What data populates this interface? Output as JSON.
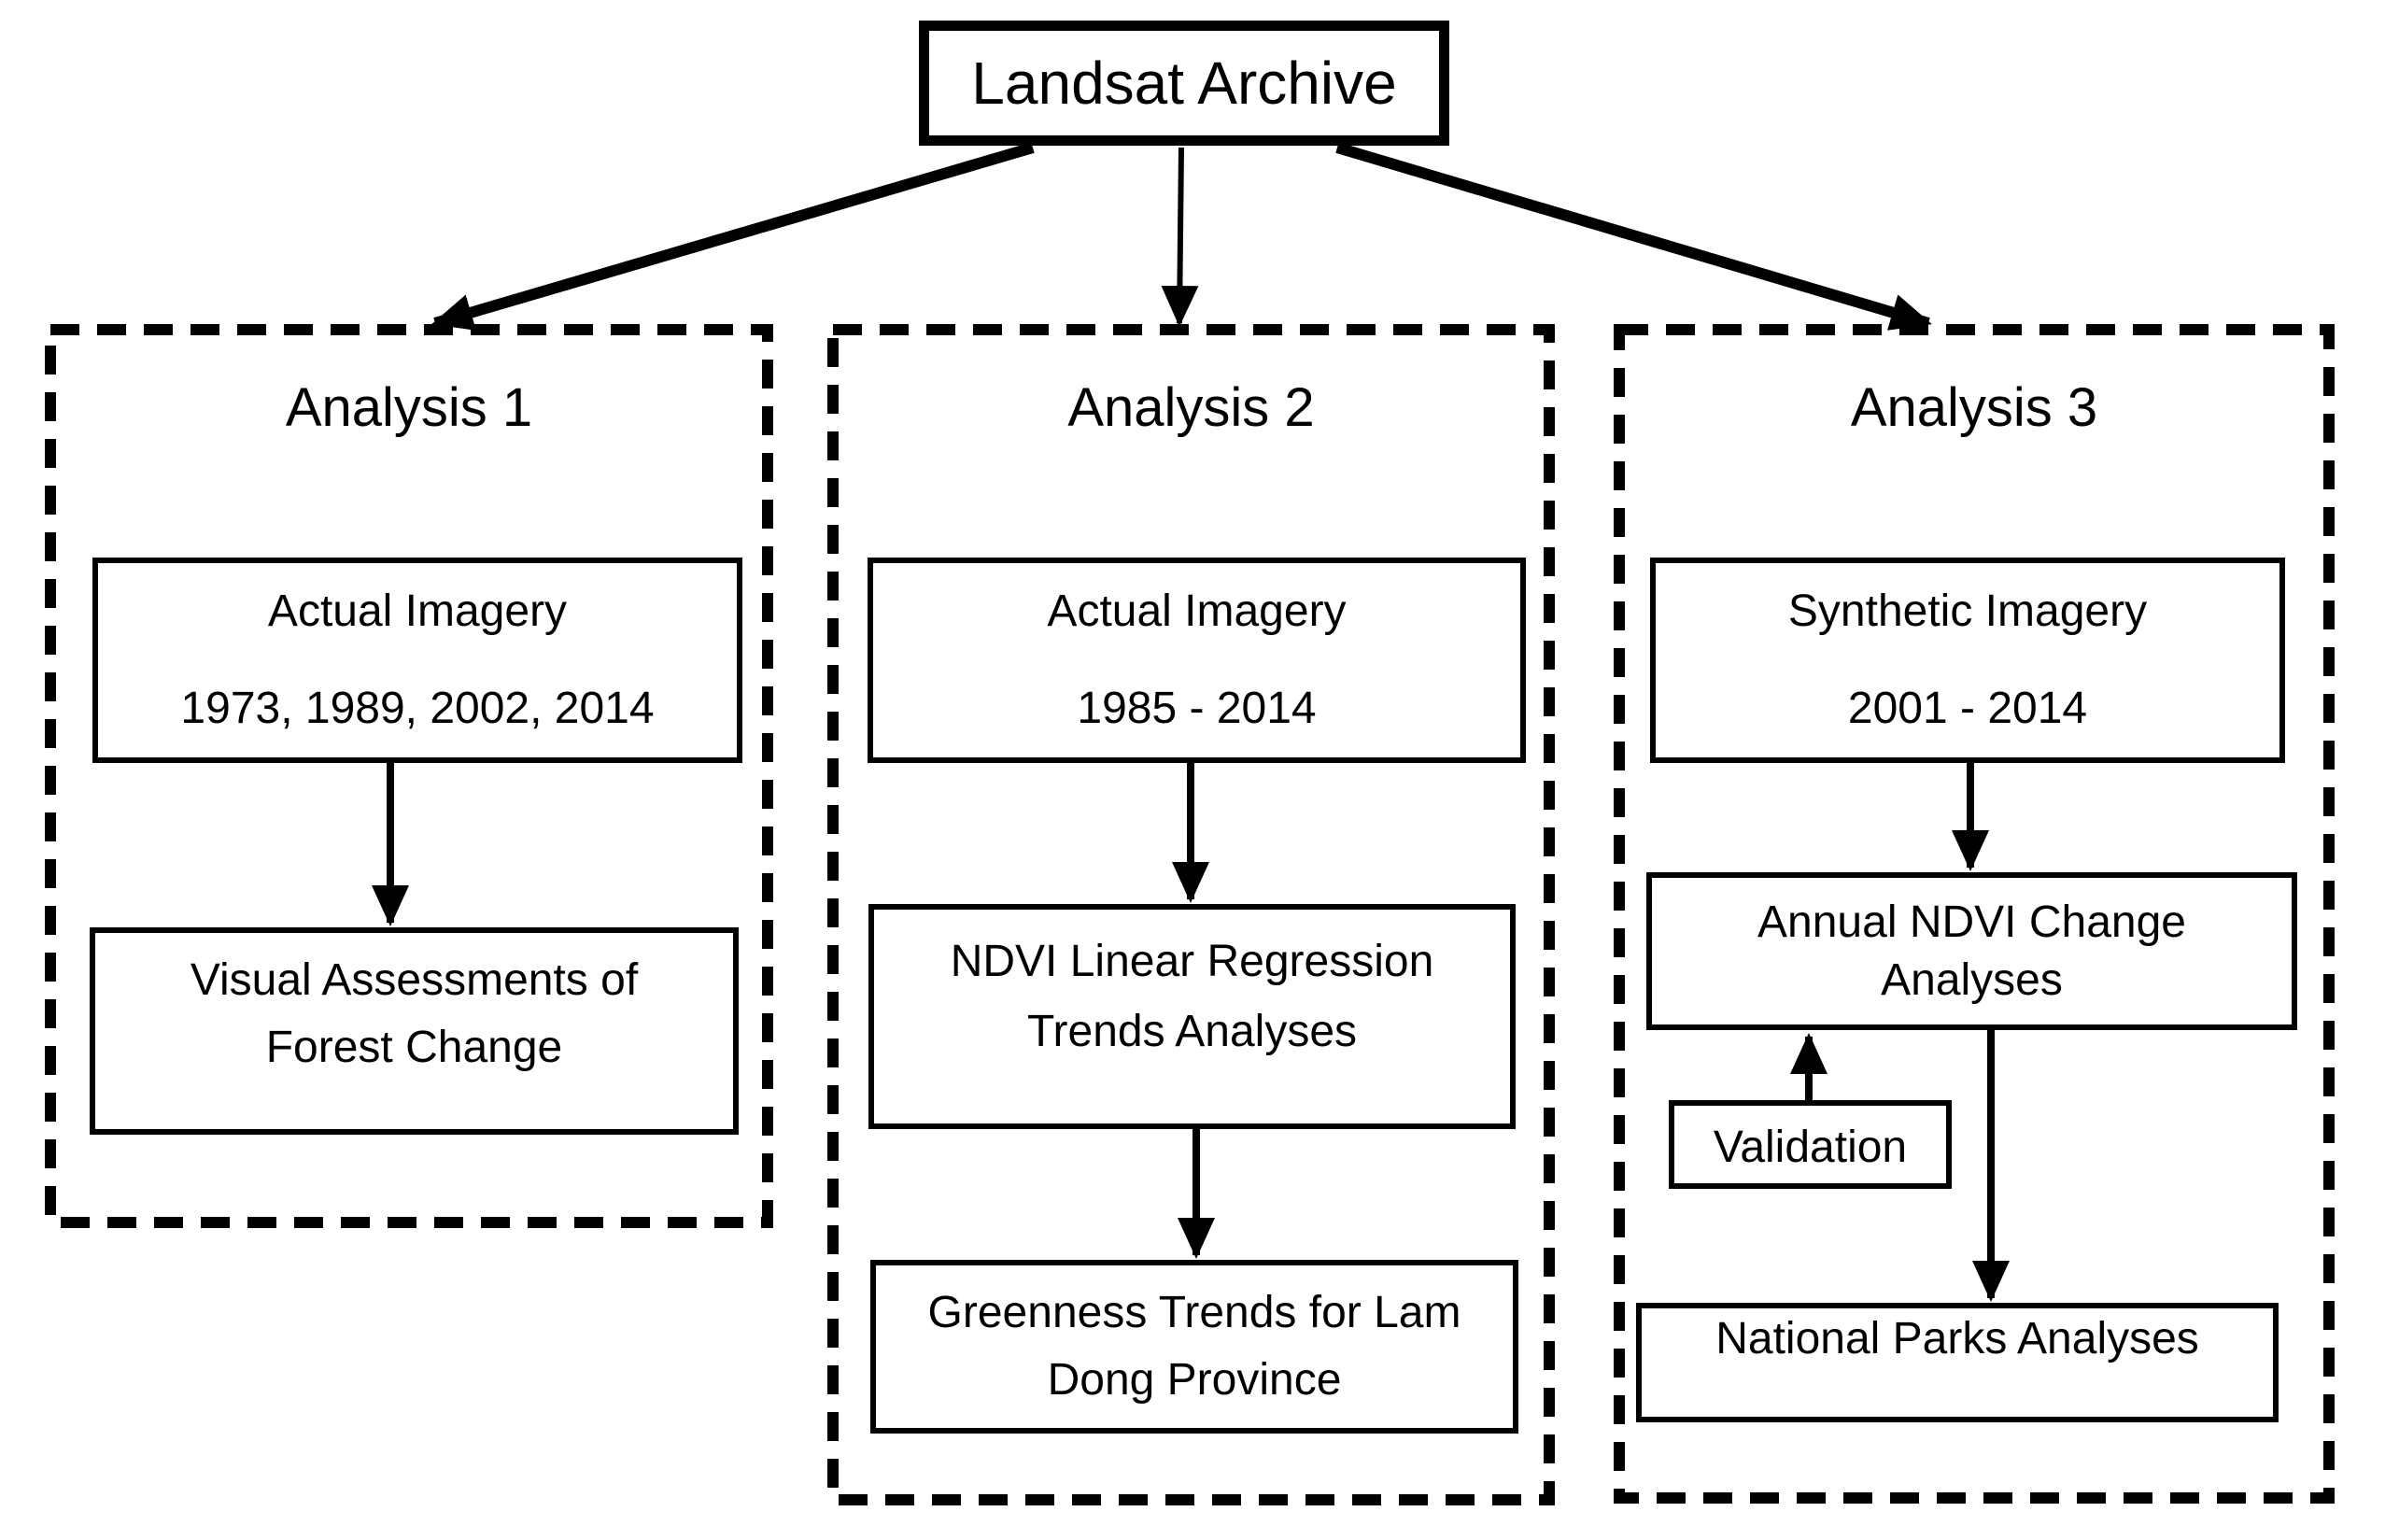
{
  "diagram": {
    "root": {
      "label": "Landsat Archive"
    },
    "columns": [
      {
        "title": "Analysis 1",
        "boxes": [
          {
            "lines": [
              "Actual Imagery",
              "1973, 1989, 2002, 2014"
            ]
          },
          {
            "lines": [
              "Visual Assessments of",
              "Forest Change"
            ]
          }
        ]
      },
      {
        "title": "Analysis 2",
        "boxes": [
          {
            "lines": [
              "Actual Imagery",
              "1985 - 2014"
            ]
          },
          {
            "lines": [
              "NDVI Linear Regression",
              "Trends Analyses"
            ]
          },
          {
            "lines": [
              "Greenness Trends for Lam",
              "Dong Province"
            ]
          }
        ]
      },
      {
        "title": "Analysis 3",
        "boxes": [
          {
            "lines": [
              "Synthetic Imagery",
              "2001 - 2014"
            ]
          },
          {
            "lines": [
              "Annual NDVI Change",
              "Analyses"
            ]
          },
          {
            "lines": [
              "Validation"
            ]
          },
          {
            "lines": [
              "National Parks Analyses"
            ]
          }
        ]
      }
    ],
    "colors": {
      "ink": "#000000",
      "background": "#ffffff"
    }
  }
}
